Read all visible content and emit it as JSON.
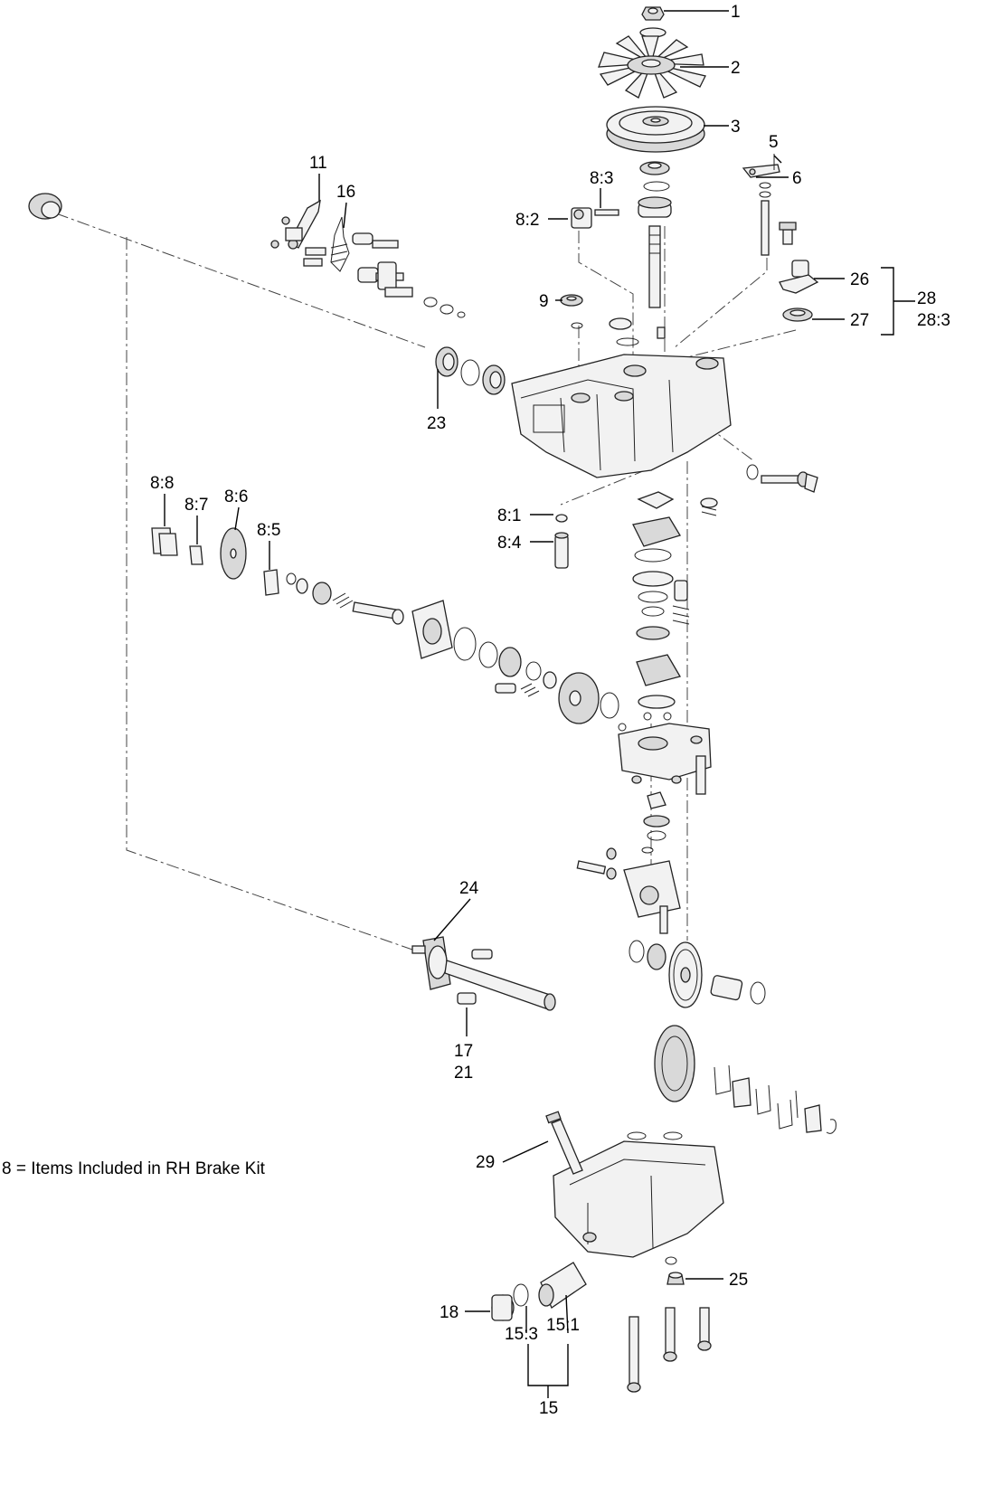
{
  "note": "8 = Items Included in RH Brake Kit",
  "callouts": {
    "c1": "1",
    "c2": "2",
    "c3": "3",
    "c5": "5",
    "c6": "6",
    "c8_3": "8:3",
    "c8_2": "8:2",
    "c11": "11",
    "c16": "16",
    "c9": "9",
    "c26": "26",
    "c27": "27",
    "c28": "28",
    "c28_3": "28:3",
    "c23": "23",
    "c8_1": "8:1",
    "c8_4": "8:4",
    "c8_8": "8:8",
    "c8_7": "8:7",
    "c8_6": "8:6",
    "c8_5": "8:5",
    "c24": "24",
    "c17": "17",
    "c21": "21",
    "c29": "29",
    "c25": "25",
    "c18": "18",
    "c15_1": "15:1",
    "c15_3": "15:3",
    "c15": "15"
  }
}
